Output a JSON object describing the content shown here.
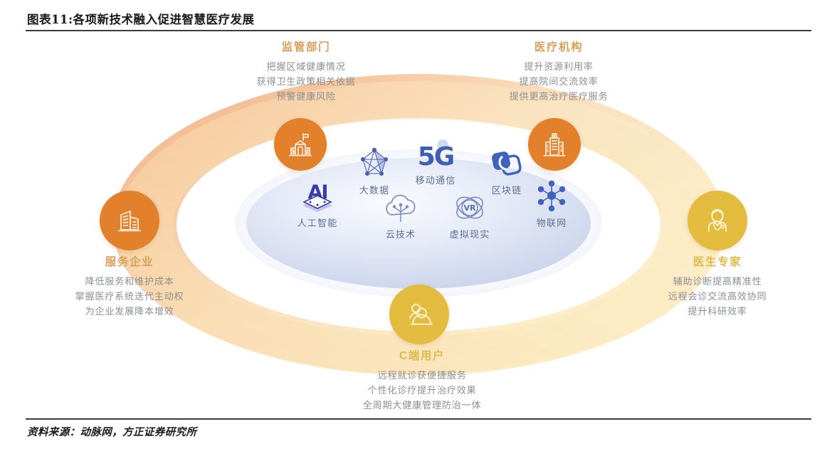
{
  "figure": {
    "title": "图表11:各项新技术融入促进智慧医疗发展",
    "source": "资料来源：动脉网，方正证券研究所"
  },
  "colors": {
    "orange": "#E2802C",
    "gold": "#E3BC3F",
    "title_orange": "#D9A05B",
    "title_gold": "#DDBB4E",
    "body_gray": "#8D8F93",
    "tech_blue": "#3F5FB0",
    "ring_start": "#F1A97A",
    "ring_end": "#FAE6A8",
    "center_ellipse": "#C9D2EA"
  },
  "nodes": [
    {
      "id": "regulator",
      "title": "监管部门",
      "title_color": "orange",
      "circle_color": "#E2802C",
      "icon": "government-building-icon",
      "lines": [
        "把握区域健康情况",
        "获得卫生政策相关依据",
        "预警健康风险"
      ]
    },
    {
      "id": "medical-institution",
      "title": "医疗机构",
      "title_color": "orange",
      "circle_color": "#E2802C",
      "icon": "hospital-building-icon",
      "lines": [
        "提升资源利用率",
        "提高院间交流效率",
        "提供更高治疗医疗服务"
      ]
    },
    {
      "id": "service-enterprise",
      "title": "服务企业",
      "title_color": "orange",
      "circle_color": "#E2802C",
      "icon": "office-buildings-icon",
      "lines": [
        "降低服务和维护成本",
        "掌握医疗系统迭代主动权",
        "为企业发展降本增效"
      ]
    },
    {
      "id": "doctor-expert",
      "title": "医生专家",
      "title_color": "gold",
      "circle_color": "#E3BC3F",
      "icon": "doctor-icon",
      "lines": [
        "辅助诊断提高精准性",
        "远程会诊交流高效协同",
        "提升科研效率"
      ]
    },
    {
      "id": "consumer-user",
      "title": "C端用户",
      "title_color": "gold",
      "circle_color": "#E3BC3F",
      "icon": "users-group-icon",
      "lines": [
        "远程就诊获便捷服务",
        "个性化诊疗提升治疗效果",
        "全周期大健康管理防治一体"
      ]
    }
  ],
  "technologies": [
    {
      "id": "ai",
      "label": "人工智能",
      "icon": "ai-lettermark-icon",
      "mark": "AI"
    },
    {
      "id": "bigdata",
      "label": "大数据",
      "icon": "network-graph-icon",
      "mark": ""
    },
    {
      "id": "mobile",
      "label": "移动通信",
      "icon": "5g-lettermark-icon",
      "mark": "5G"
    },
    {
      "id": "cloud",
      "label": "云技术",
      "icon": "cloud-circuit-icon",
      "mark": ""
    },
    {
      "id": "vr",
      "label": "虚拟现实",
      "icon": "vr-atom-icon",
      "mark": "VR"
    },
    {
      "id": "blockchain",
      "label": "区块链",
      "icon": "blockchain-links-icon",
      "mark": ""
    },
    {
      "id": "iot",
      "label": "物联网",
      "icon": "iot-hex-network-icon",
      "mark": ""
    }
  ]
}
